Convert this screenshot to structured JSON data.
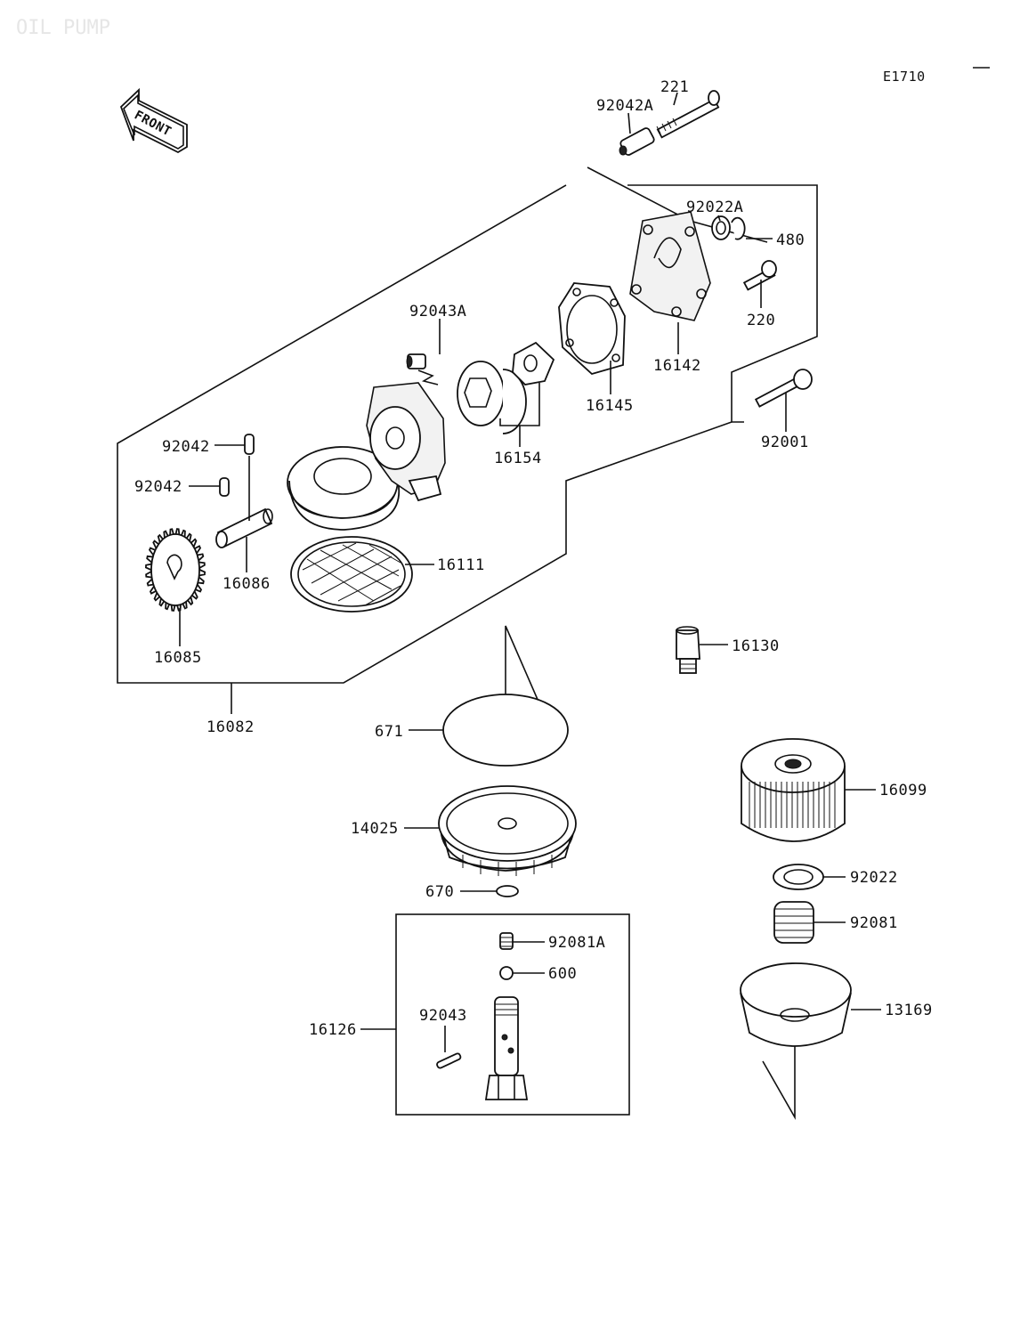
{
  "diagram": {
    "watermark": "OIL PUMP",
    "figure_code": "E1710",
    "front_label": "FRONT",
    "callouts": [
      {
        "id": "c221",
        "label": "221"
      },
      {
        "id": "c92042A",
        "label": "92042A"
      },
      {
        "id": "c92022A",
        "label": "92022A"
      },
      {
        "id": "c480",
        "label": "480"
      },
      {
        "id": "c220",
        "label": "220"
      },
      {
        "id": "c16142",
        "label": "16142"
      },
      {
        "id": "c16145",
        "label": "16145"
      },
      {
        "id": "c92043A",
        "label": "92043A"
      },
      {
        "id": "c16154",
        "label": "16154"
      },
      {
        "id": "c92001",
        "label": "92001"
      },
      {
        "id": "c92042a",
        "label": "92042"
      },
      {
        "id": "c92042b",
        "label": "92042"
      },
      {
        "id": "c16086",
        "label": "16086"
      },
      {
        "id": "c16111",
        "label": "16111"
      },
      {
        "id": "c16085",
        "label": "16085"
      },
      {
        "id": "c16082",
        "label": "16082"
      },
      {
        "id": "c16130",
        "label": "16130"
      },
      {
        "id": "c671",
        "label": "671"
      },
      {
        "id": "c16099",
        "label": "16099"
      },
      {
        "id": "c14025",
        "label": "14025"
      },
      {
        "id": "c670",
        "label": "670"
      },
      {
        "id": "c92022",
        "label": "92022"
      },
      {
        "id": "c92081A",
        "label": "92081A"
      },
      {
        "id": "c92081",
        "label": "92081"
      },
      {
        "id": "c600",
        "label": "600"
      },
      {
        "id": "c13169",
        "label": "13169"
      },
      {
        "id": "c16126",
        "label": "16126"
      },
      {
        "id": "c92043",
        "label": "92043"
      }
    ]
  }
}
